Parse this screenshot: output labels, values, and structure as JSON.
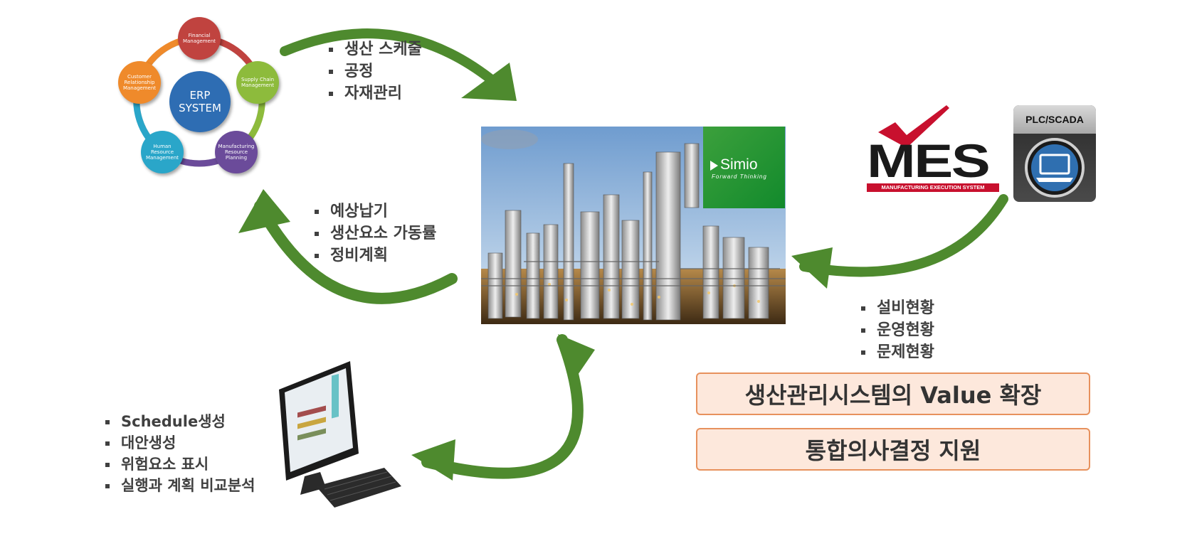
{
  "erp": {
    "center": "ERP\nSYSTEM",
    "nodes": [
      {
        "label": "Financial\nManagement",
        "color": "#c0433f"
      },
      {
        "label": "Supply Chain\nManagement",
        "color": "#8dbb3c"
      },
      {
        "label": "Manufacturing\nResource\nPlanning",
        "color": "#6b4b9a"
      },
      {
        "label": "Human\nResource\nManagement",
        "color": "#2aa6c9"
      },
      {
        "label": "Customer\nRelationship\nManagement",
        "color": "#ef8a2b"
      }
    ],
    "center_color": "#2e6db3"
  },
  "list_to_plant": [
    "생산 스케줄",
    "공정",
    "자재관리"
  ],
  "list_to_erp": [
    "예상납기",
    "생산요소 가동률",
    "정비계획"
  ],
  "list_from_mes": [
    "설비현황",
    "운영현황",
    "문제현황"
  ],
  "list_computer": [
    "Schedule생성",
    "대안생성",
    "위험요소 표시",
    "실행과 계획 비교분석"
  ],
  "simio": {
    "name": "Simio",
    "tagline": "Forward Thinking"
  },
  "mes": {
    "word": "MES",
    "subtitle": "MANUFACTURING EXECUTION SYSTEM"
  },
  "plc": {
    "label": "PLC/SCADA"
  },
  "value_boxes": [
    "생산관리시스템의 Value 확장",
    "통합의사결정 지원"
  ],
  "colors": {
    "arrow": "#4e8a2e",
    "box_fill": "#fde8dc",
    "box_border": "#e7915d"
  }
}
